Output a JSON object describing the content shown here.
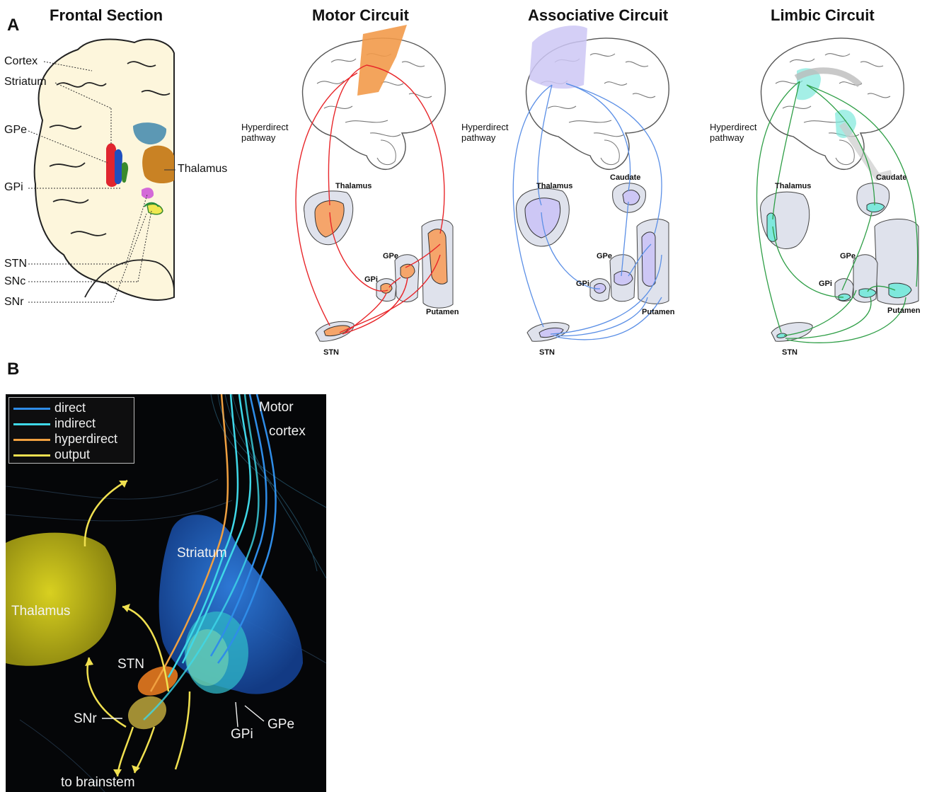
{
  "panel_a": {
    "letter": "A",
    "frontal": {
      "title": "Frontal Section",
      "labels": {
        "cortex": "Cortex",
        "striatum": "Striatum",
        "gpe": "GPe",
        "gpi": "GPi",
        "thalamus": "Thalamus",
        "stn": "STN",
        "snc": "SNc",
        "snr": "SNr"
      }
    },
    "motor": {
      "title": "Motor Circuit",
      "hyperdirect": "Hyperdirect\npathway",
      "labels": {
        "thalamus": "Thalamus",
        "gpe": "GPe",
        "gpi": "GPi",
        "putamen": "Putamen",
        "stn": "STN"
      },
      "color": "#e8262a",
      "fill": "#f5a56b"
    },
    "associative": {
      "title": "Associative Circuit",
      "hyperdirect": "Hyperdirect\npathway",
      "labels": {
        "thalamus": "Thalamus",
        "caudate": "Caudate",
        "gpe": "GPe",
        "gpi": "GPi",
        "putamen": "Putamen",
        "stn": "STN"
      },
      "color": "#5b8fe6",
      "fill": "#cdc7f5"
    },
    "limbic": {
      "title": "Limbic Circuit",
      "hyperdirect": "Hyperdirect\npathway",
      "labels": {
        "thalamus": "Thalamus",
        "caudate": "Caudate",
        "gpe": "GPe",
        "gpi": "GPi",
        "putamen": "Putamen",
        "stn": "STN"
      },
      "color": "#2e9e46",
      "fill": "#7ee8dc"
    }
  },
  "panel_b": {
    "letter": "B",
    "legend": [
      {
        "label": "direct",
        "color": "#2f8de8"
      },
      {
        "label": "indirect",
        "color": "#3fd8e8"
      },
      {
        "label": "hyperdirect",
        "color": "#f0a040"
      },
      {
        "label": "output",
        "color": "#f0e050"
      }
    ],
    "labels": {
      "motor_cortex": "Motor\ncortex",
      "striatum": "Striatum",
      "thalamus": "Thalamus",
      "stn": "STN",
      "snr": "SNr",
      "gpi": "GPi",
      "gpe": "GPe",
      "to_brainstem": "to brainstem"
    }
  }
}
